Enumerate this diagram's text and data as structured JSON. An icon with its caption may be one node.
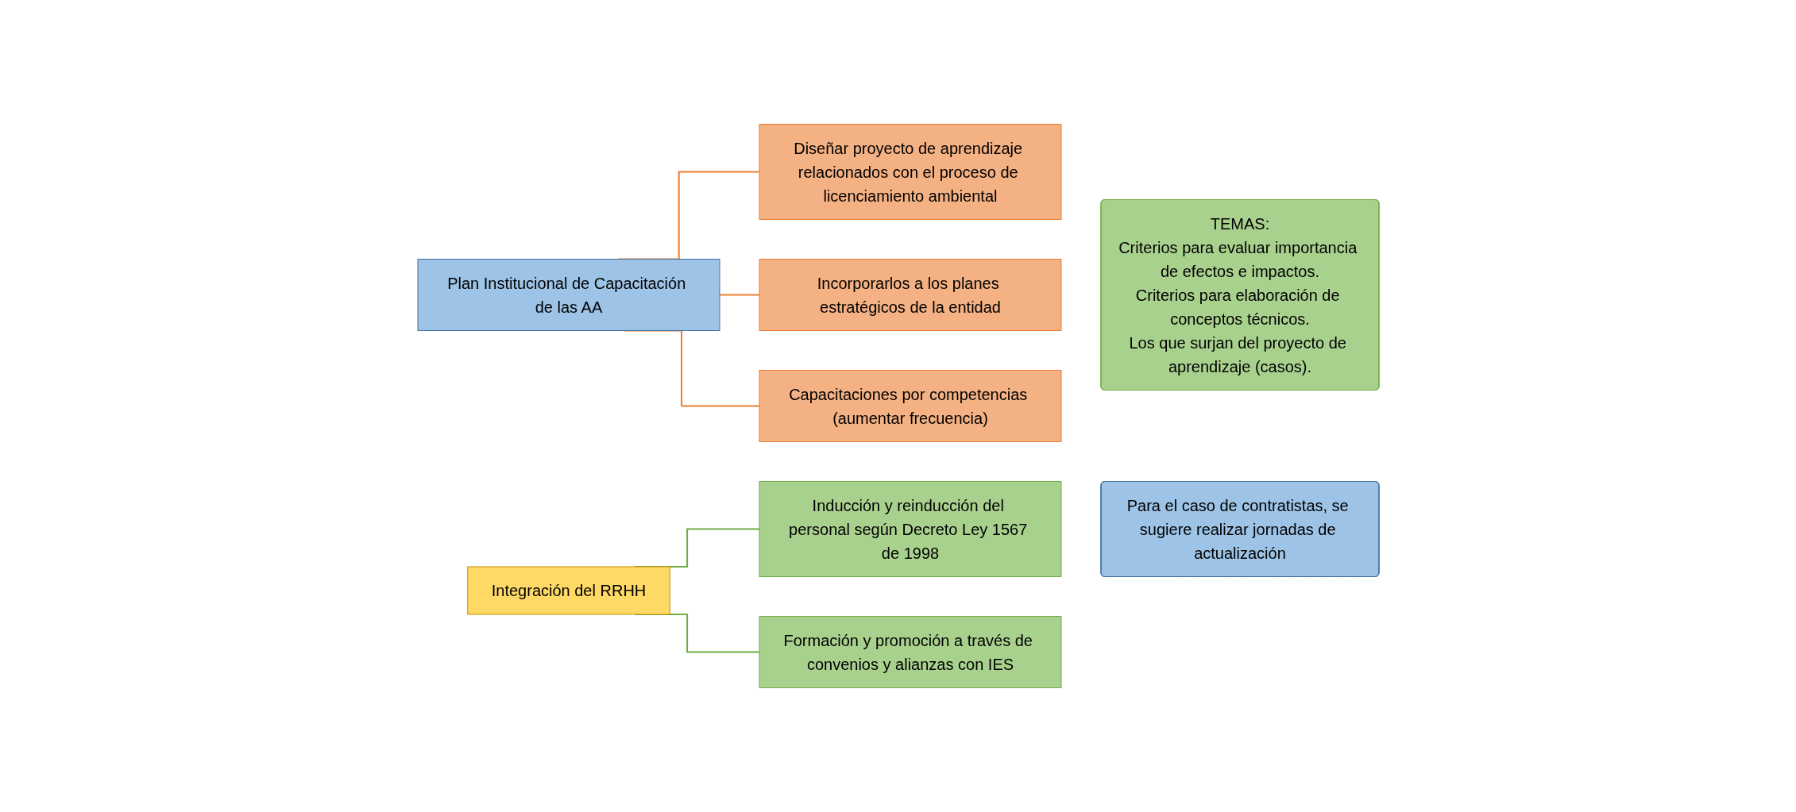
{
  "diagram": {
    "nodes": [
      {
        "text": [
          "Plan Institucional de Capacitación de las AA"
        ]
      },
      {
        "text": [
          "Diseñar proyecto de aprendizaje relacionados con el proceso de licenciamiento ambiental"
        ]
      },
      {
        "text": [
          "Incorporarlos a los planes estratégicos de la entidad"
        ]
      },
      {
        "text": [
          "Capacitaciones por competencias (aumentar frecuencia)"
        ]
      },
      {
        "text": [
          "TEMAS:",
          "Criterios para evaluar importancia de efectos e impactos.",
          "Criterios para elaboración de conceptos técnicos.",
          "Los que surjan del proyecto de aprendizaje (casos)."
        ]
      },
      {
        "text": [
          "Integración del RRHH"
        ]
      },
      {
        "text": [
          "Inducción y reinducción del personal según Decreto Ley 1567 de 1998"
        ]
      },
      {
        "text": [
          "Formación y promoción a través de convenios y alianzas con IES"
        ]
      },
      {
        "text": [
          "Para el caso de contratistas, se sugiere realizar jornadas de actualización"
        ]
      }
    ],
    "edges": [
      {
        "from": 0,
        "to": 1,
        "arrow": "none",
        "color": "#ed7d31"
      },
      {
        "from": 0,
        "to": 2,
        "arrow": "none",
        "color": "#ed7d31"
      },
      {
        "from": 0,
        "to": 3,
        "arrow": "none",
        "color": "#ed7d31"
      },
      {
        "from": 5,
        "to": 6,
        "arrow": "none",
        "color": "#70ad47"
      },
      {
        "from": 5,
        "to": 7,
        "arrow": "none",
        "color": "#70ad47"
      }
    ]
  }
}
